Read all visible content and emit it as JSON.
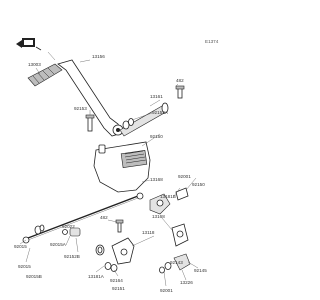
{
  "figure_code": "E1374",
  "front_indicator": {
    "icon": "front-arrow-icon"
  },
  "labels": {
    "p13156": "13156",
    "p13003": "13003",
    "p92153": "92153",
    "p13161": "13161",
    "p482_top": "482",
    "p92152a": "92152A",
    "p92152b": "92152B",
    "p92150_top": "92150",
    "p13168": "13168",
    "p92015": "92015",
    "p92015a": "92015A",
    "p13181b": "13181B",
    "p13118": "13118",
    "p92151": "92151",
    "p92150_right": "92150",
    "p92015b": "92015B",
    "p92022": "92022",
    "p482_mid": "482",
    "p13181a": "13181A",
    "p92164": "92164",
    "p13168b": "13168",
    "p92143": "92143",
    "p92145": "92145",
    "p13226": "13226",
    "p92001": "92001",
    "p92015_left": "92015",
    "p92001_b": "92001"
  },
  "colors": {
    "line": "#222222",
    "shade": "#bdbdbd",
    "label": "#333333"
  }
}
